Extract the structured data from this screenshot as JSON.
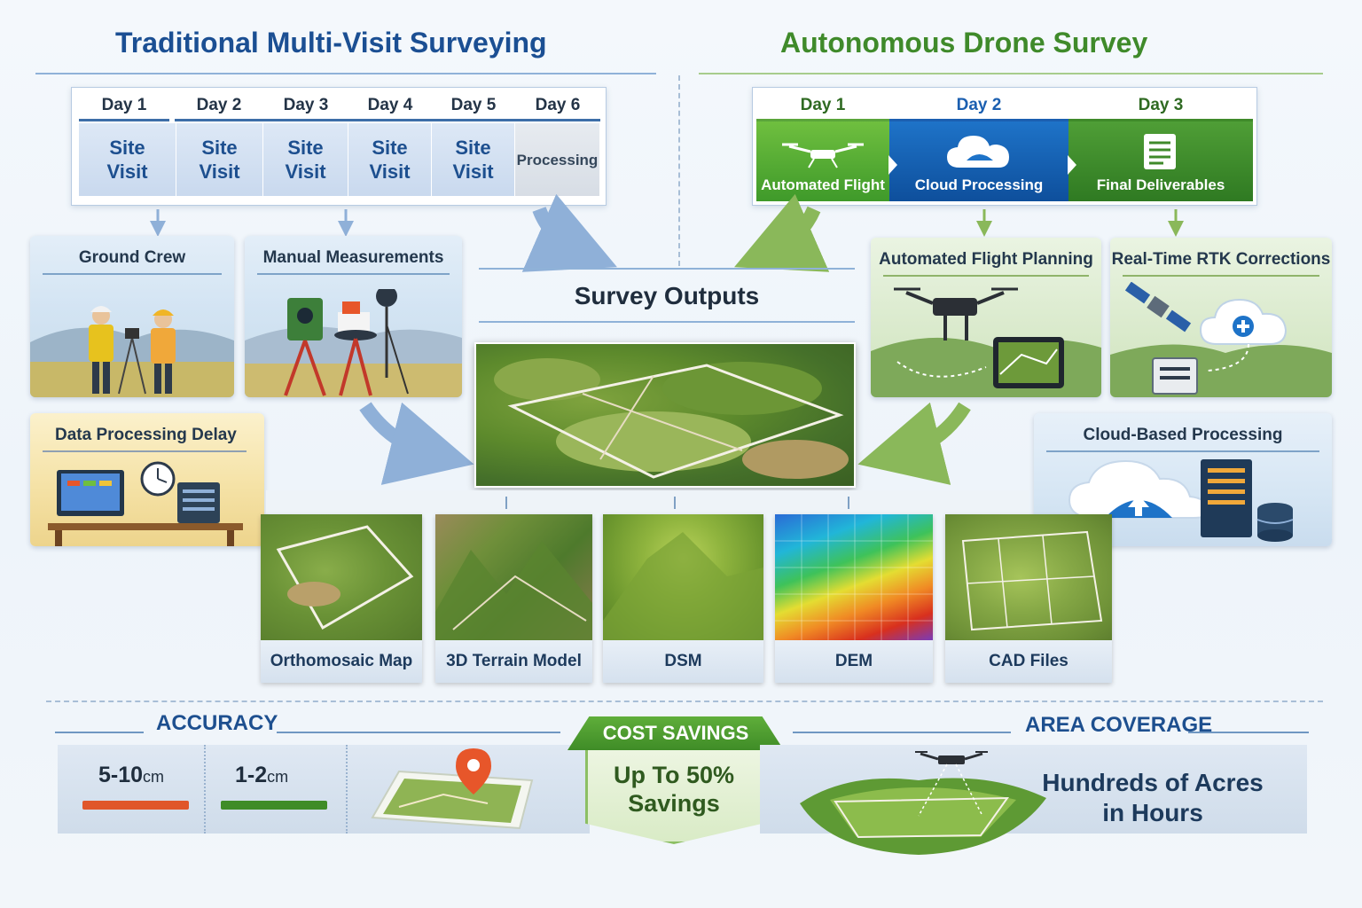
{
  "traditional": {
    "title": "Traditional Multi-Visit Surveying",
    "days": [
      "Day 1",
      "Day 2",
      "Day 3",
      "Day 4",
      "Day 5",
      "Day 6"
    ],
    "cells": [
      "Site Visit",
      "Site Visit",
      "Site Visit",
      "Site Visit",
      "Site Visit",
      "Processing"
    ],
    "panels": {
      "ground_crew": "Ground Crew",
      "manual_measurements": "Manual Measurements",
      "data_processing_delay": "Data Processing Delay"
    }
  },
  "drone": {
    "title": "Autonomous Drone Survey",
    "days": [
      "Day 1",
      "Day 2",
      "Day 3"
    ],
    "cells": [
      "Automated Flight",
      "Cloud Processing",
      "Final Deliverables"
    ],
    "panels": {
      "flight_planning": "Automated Flight Planning",
      "rtk": "Real-Time RTK Corrections",
      "cloud_processing": "Cloud-Based Processing"
    }
  },
  "outputs": {
    "title": "Survey Outputs",
    "items": [
      "Orthomosaic Map",
      "3D Terrain Model",
      "DSM",
      "DEM",
      "CAD Files"
    ]
  },
  "stats": {
    "accuracy": {
      "heading": "ACCURACY",
      "traditional_value": "5-10",
      "drone_value": "1-2",
      "unit": "cm"
    },
    "cost": {
      "heading": "COST SAVINGS",
      "line1": "Up To 50%",
      "line2": "Savings"
    },
    "area": {
      "heading": "AREA COVERAGE",
      "line1": "Hundreds of Acres",
      "line2": "in Hours"
    }
  },
  "colors": {
    "traditional_accent": "#1b4f93",
    "drone_accent": "#3f8a2a",
    "cloud_blue": "#0e4f9c",
    "accuracy_traditional": "#e0562a",
    "accuracy_drone": "#3f8c27"
  }
}
